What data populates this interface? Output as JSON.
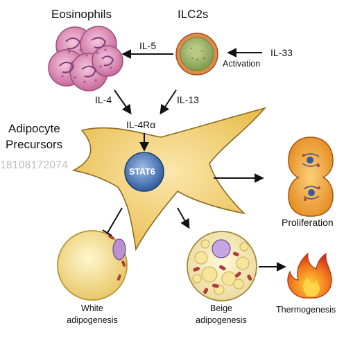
{
  "labels": {
    "eosinophils": "Eosinophils",
    "ilc2s": "ILC2s",
    "il5": "IL-5",
    "il33": "IL-33",
    "activation": "Activation",
    "il4": "IL-4",
    "il13": "IL-13",
    "il4ra": "IL-4Rα",
    "adipocyte_precursors_line1": "Adipocyte",
    "adipocyte_precursors_line2": "Precursors",
    "stat6": "STAT6",
    "proliferation": "Proliferation",
    "white_line1": "White",
    "white_line2": "adipogenesis",
    "beige_line1": "Beige",
    "beige_line2": "adipogenesis",
    "thermogenesis": "Thermogenesis"
  },
  "watermark": "18108172074",
  "colors": {
    "eosinophil_fill": "#d98fb6",
    "ilc2_fill": "#9bb36b",
    "ilc2_ring": "#d77b3a",
    "precursor_fill": "#f2d47c",
    "stat6_fill": "#5f86c2",
    "proliferation_fill": "#f0a63c",
    "white_fill": "#f6e7a2",
    "beige_fill": "#f7ecbe",
    "mito": "#b23a3a",
    "flame": "#f06a1d",
    "arrow": "#111111"
  }
}
